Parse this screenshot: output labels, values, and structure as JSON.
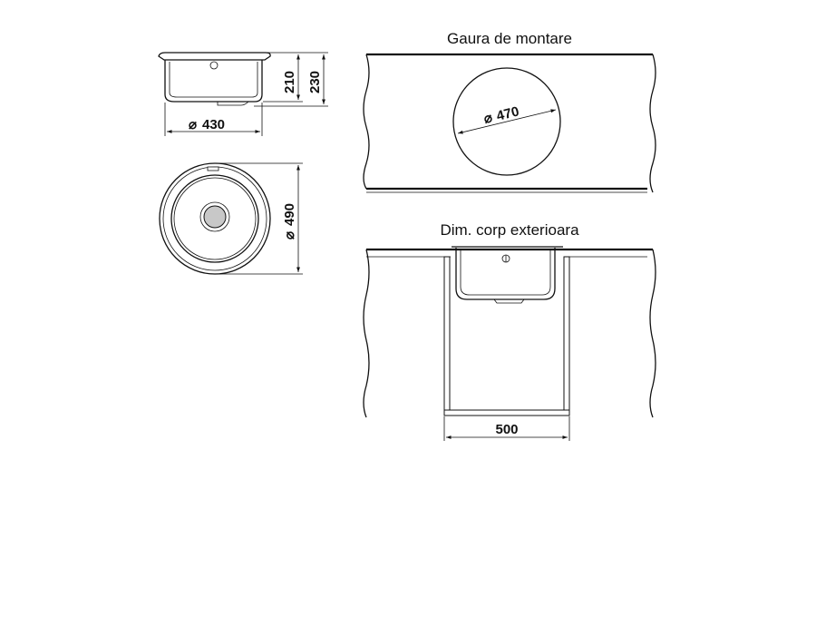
{
  "mounting_hole_view": {
    "title": "Gaura de montare",
    "diameter_label": "470"
  },
  "cabinet_view": {
    "title": "Dim. corp exterioara",
    "width_label": "500"
  },
  "side_view": {
    "diameter_label": "430",
    "inner_height_label": "210",
    "total_height_label": "230"
  },
  "top_view": {
    "diameter_label": "490"
  },
  "symbols": {
    "diameter": "⌀"
  }
}
